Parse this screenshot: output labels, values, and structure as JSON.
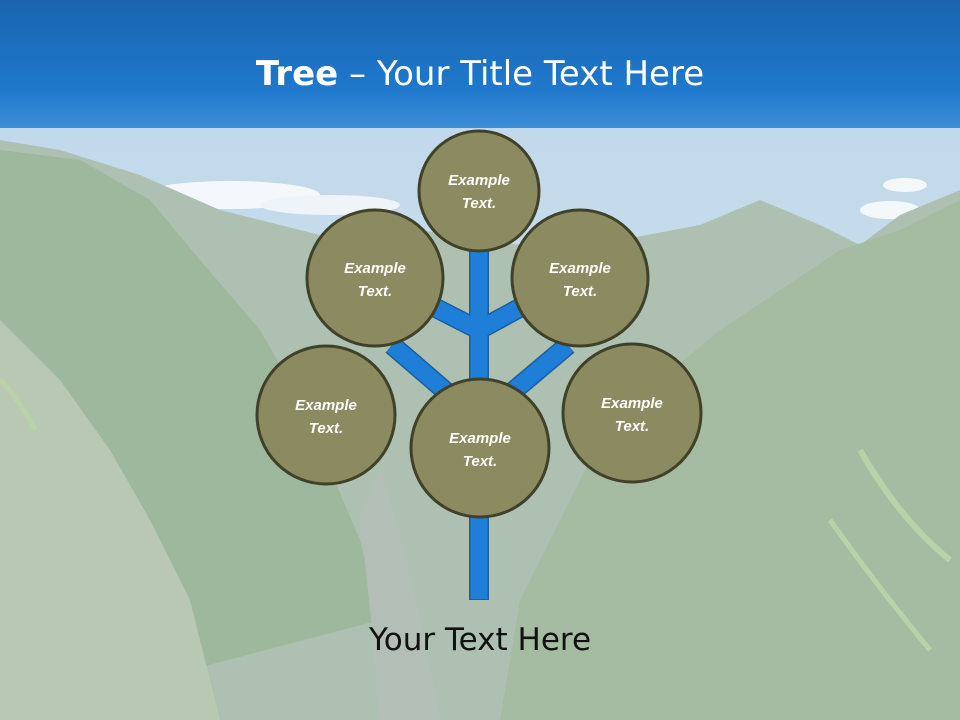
{
  "title": {
    "bold": "Tree",
    "dash": " – ",
    "rest": "Your Title Text Here"
  },
  "colors": {
    "header": "#1f78cc",
    "trunk": "#1f7ed8",
    "node_fill": "#8c8a61",
    "node_stroke": "#3f4128"
  },
  "nodes": [
    {
      "line1": "Example",
      "line2": "Text."
    },
    {
      "line1": "Example",
      "line2": "Text."
    },
    {
      "line1": "Example",
      "line2": "Text."
    },
    {
      "line1": "Example",
      "line2": "Text."
    },
    {
      "line1": "Example",
      "line2": "Text."
    },
    {
      "line1": "Example",
      "line2": "Text."
    }
  ],
  "bottom_text": "Your Text Here"
}
